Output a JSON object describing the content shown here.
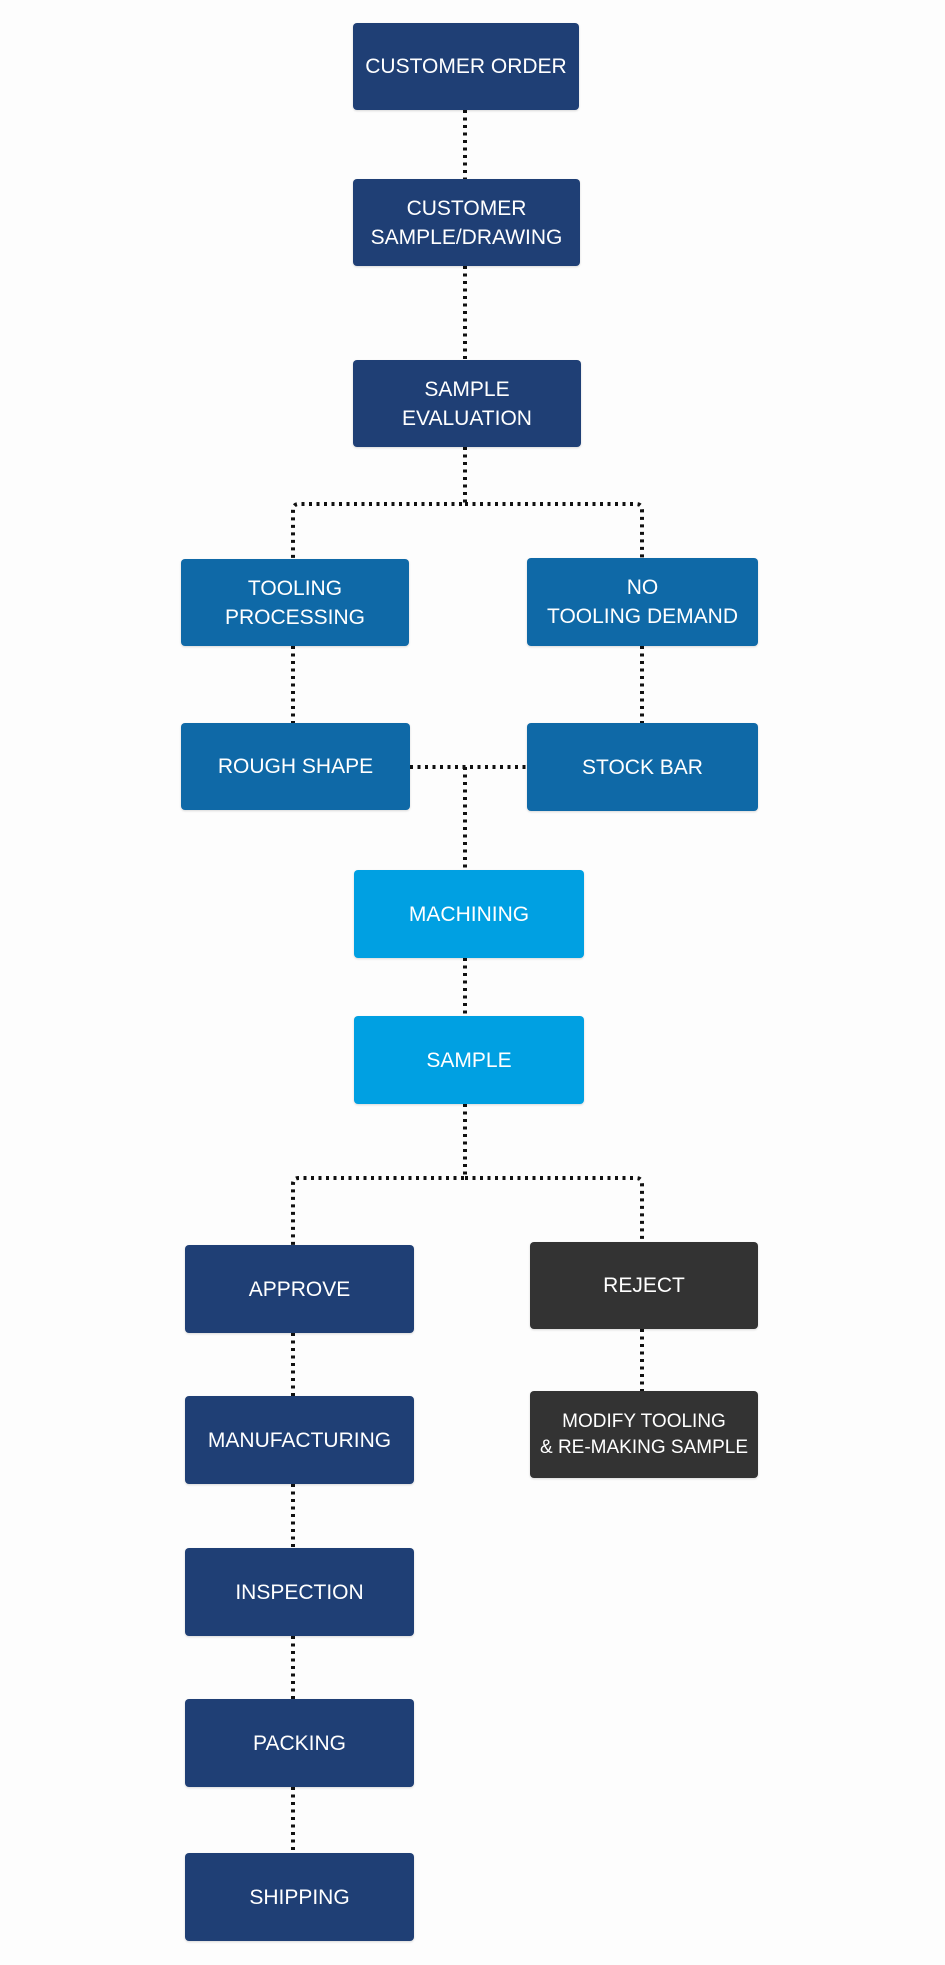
{
  "nodes": {
    "customer_order": "CUSTOMER ORDER",
    "customer_sample_drawing": "CUSTOMER\nSAMPLE/DRAWING",
    "sample_evaluation": "SAMPLE\nEVALUATION",
    "tooling_processing": "TOOLING\nPROCESSING",
    "no_tooling_demand": "NO\nTOOLING DEMAND",
    "rough_shape": "ROUGH SHAPE",
    "stock_bar": "STOCK BAR",
    "machining": "MACHINING",
    "sample": "SAMPLE",
    "approve": "APPROVE",
    "reject": "REJECT",
    "manufacturing": "MANUFACTURING",
    "modify_tooling": "MODIFY TOOLING\n& RE-MAKING SAMPLE",
    "inspection": "INSPECTION",
    "packing": "PACKING",
    "shipping": "SHIPPING"
  },
  "colors": {
    "navy": "#1f3f75",
    "steel_blue": "#0f69a7",
    "sky_blue": "#00a0e2",
    "dark_gray": "#333333",
    "connector": "#111111"
  }
}
